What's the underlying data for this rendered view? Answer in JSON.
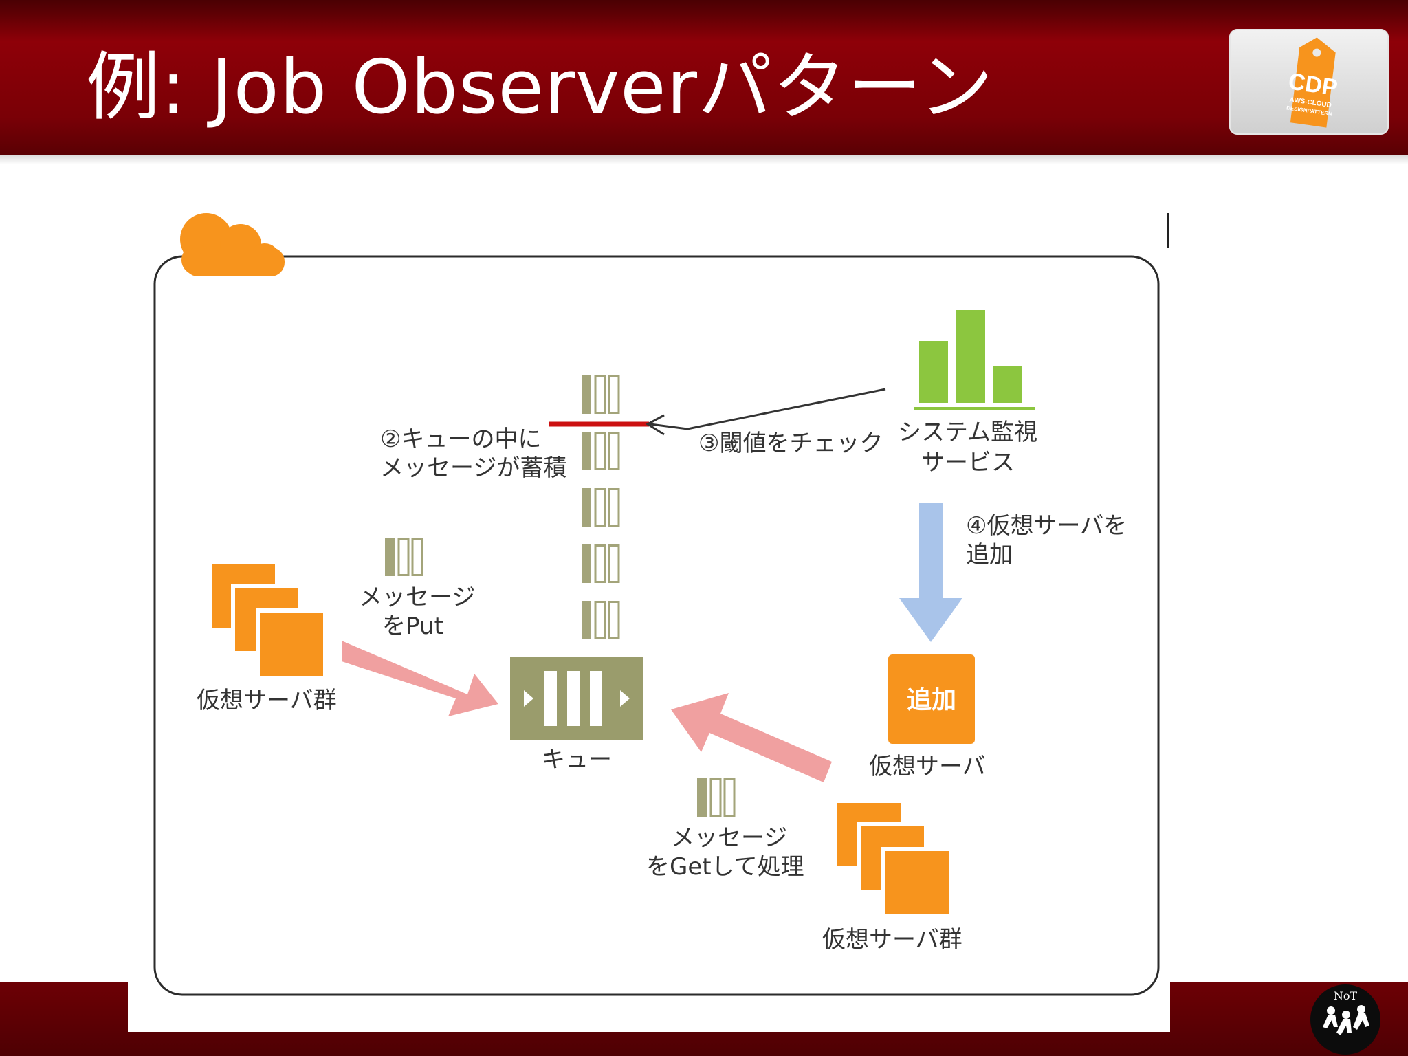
{
  "slide": {
    "title": "例: Job Observerパターン"
  },
  "badge": {
    "main": "CDP",
    "sub1": "AWS-CLOUD",
    "sub2": "DESIGNPATTERN",
    "color": "#f7941d"
  },
  "footer_logo": {
    "text": "NoT"
  },
  "diagram": {
    "labels": {
      "accumulate_line1": "②キューの中に",
      "accumulate_line2": "メッセージが蓄積",
      "check_threshold": "③閾値をチェック",
      "monitor_line1": "システム監視",
      "monitor_line2": "サービス",
      "add_server_line1": "④仮想サーバを",
      "add_server_line2": "追加",
      "put_line1": "メッセージ",
      "put_line2": "をPut",
      "servers_left": "仮想サーバ群",
      "queue": "キュー",
      "new_server_box": "追加",
      "new_server": "仮想サーバ",
      "get_line1": "メッセージ",
      "get_line2": "をGetして処理",
      "servers_right": "仮想サーバ群"
    },
    "monitor_chart": {
      "type": "bar",
      "values": [
        2,
        3,
        1.2
      ]
    },
    "colors": {
      "server_orange": "#f7941d",
      "message_olive": "#a3a47a",
      "queue_olive": "#9a9c6c",
      "put_arrow_pink": "#f0a0a0",
      "add_arrow_blue": "#a9c4ea",
      "chart_green": "#8cc63f",
      "threshold_red": "#cc1111"
    }
  }
}
